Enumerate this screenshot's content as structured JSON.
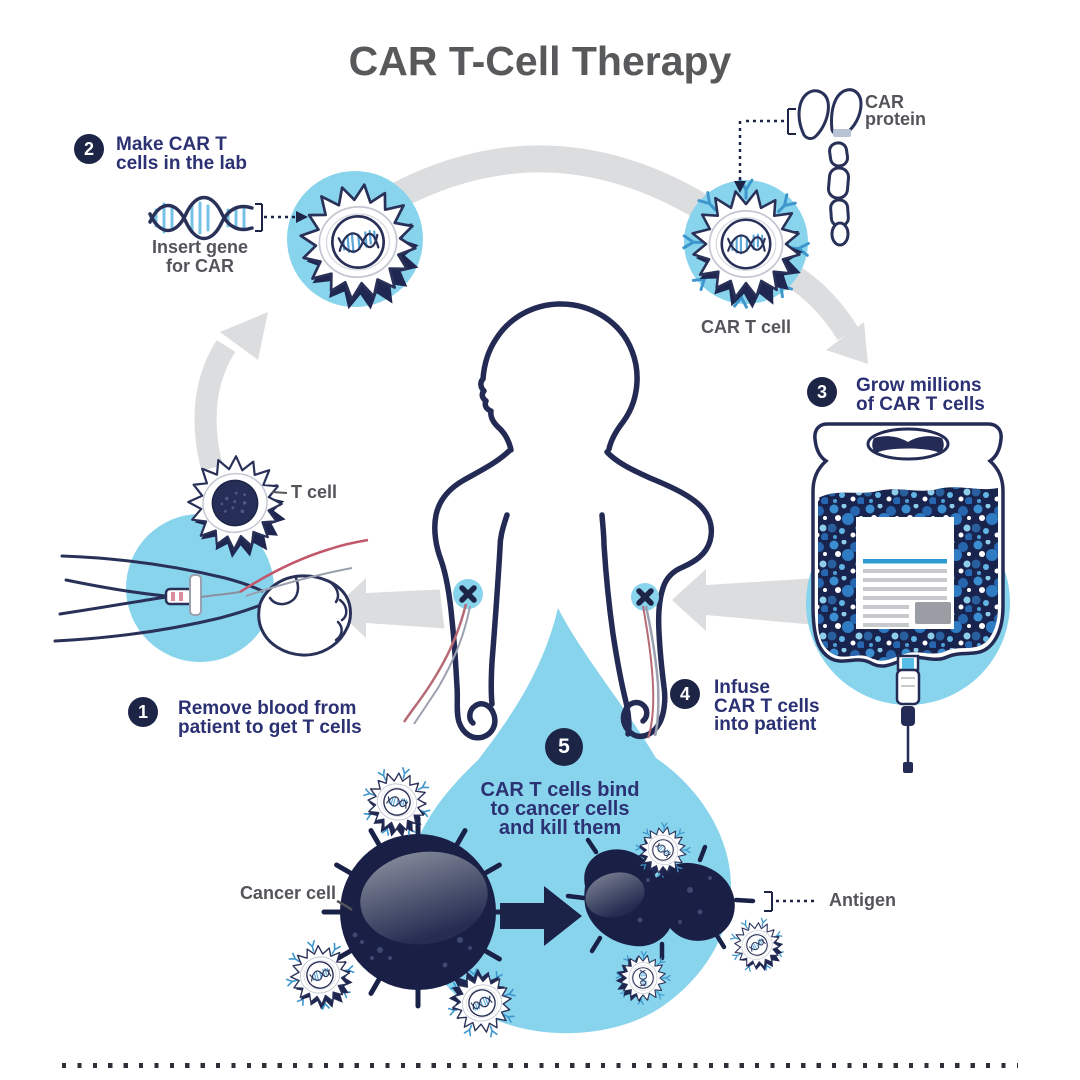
{
  "title": "CAR T-Cell Therapy",
  "steps": [
    {
      "number": "1",
      "lines": [
        "Remove blood from",
        "patient to get T cells"
      ]
    },
    {
      "number": "2",
      "lines": [
        "Make CAR T",
        "cells in the lab"
      ]
    },
    {
      "number": "3",
      "lines": [
        "Grow millions",
        "of CAR T cells"
      ]
    },
    {
      "number": "4",
      "lines": [
        "Infuse",
        "CAR T cells",
        "into patient"
      ]
    },
    {
      "number": "5",
      "lines": [
        "CAR T cells bind",
        "to cancer cells",
        "and kill them"
      ]
    }
  ],
  "labels": {
    "car_protein_line1": "CAR",
    "car_protein_line2": "protein",
    "car_t_cell": "CAR T cell",
    "t_cell": "T cell",
    "insert_gene_line1": "Insert gene",
    "insert_gene_line2": "for CAR",
    "cancer_cell": "Cancer cell",
    "antigen": "Antigen"
  },
  "colors": {
    "light_blue": "#89d4ed",
    "navy": "#242c55",
    "badge_navy": "#1d2547",
    "text_navy": "#2b3173",
    "label_gray": "#54555b",
    "arrow_gray": "#dcdddf",
    "receptor_blue": "#3d96cc",
    "bag_fill": "#18234e",
    "red_line": "#c2566b"
  }
}
